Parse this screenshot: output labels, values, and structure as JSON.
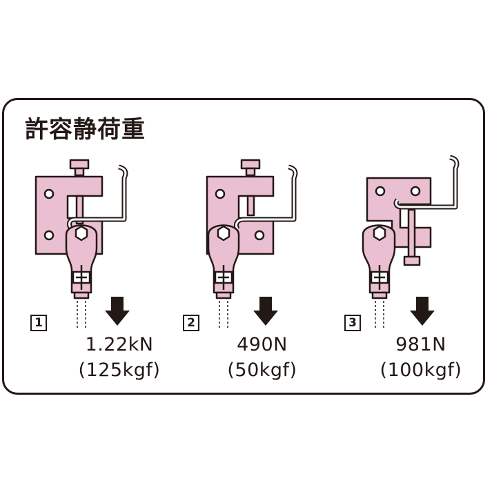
{
  "title": "許容静荷重",
  "colors": {
    "clamp_fill": "#eabfd2",
    "outline": "#231815",
    "background": "#ffffff"
  },
  "cases": [
    {
      "number": "1",
      "load_n": "1.22kN",
      "load_kgf": "(125kgf)"
    },
    {
      "number": "2",
      "load_n": "490N",
      "load_kgf": "(50kgf)"
    },
    {
      "number": "3",
      "load_n": "981N",
      "load_kgf": "(100kgf)"
    }
  ],
  "icons": [
    "beam-clamp-icon",
    "down-arrow-icon"
  ]
}
